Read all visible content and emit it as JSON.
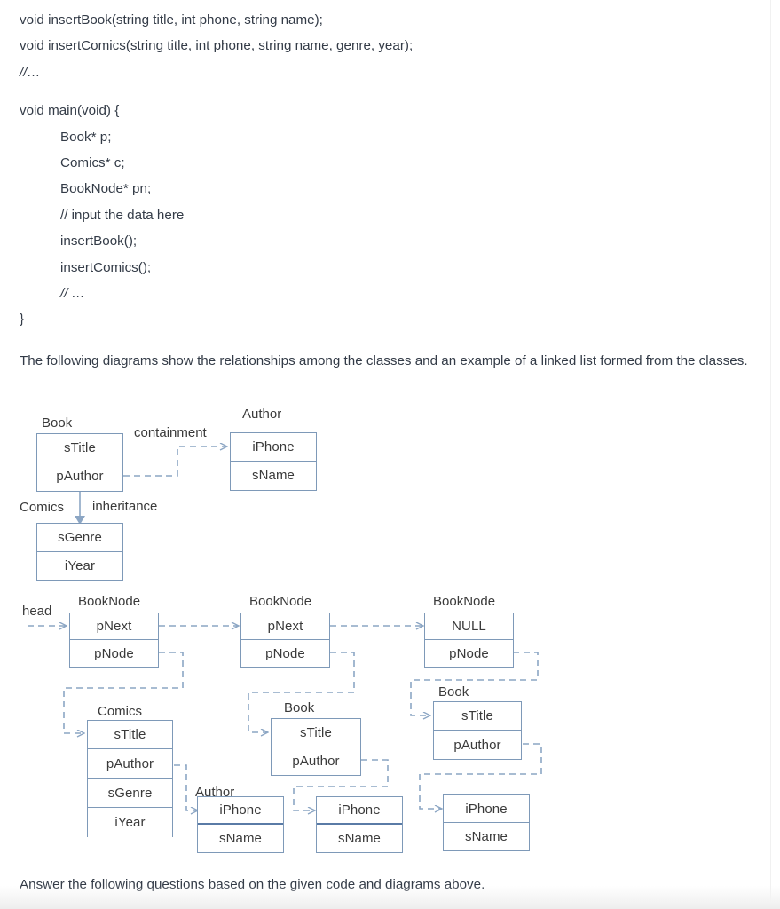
{
  "document": {
    "code_lines": [
      {
        "text": "void insertBook(string title, int phone, string name);",
        "indent": false,
        "italic": false
      },
      {
        "text": "void insertComics(string title, int phone, string name, genre, year);",
        "indent": false,
        "italic": false
      },
      {
        "text": "//…",
        "indent": false,
        "italic": true
      },
      {
        "text": "",
        "indent": false,
        "italic": false
      },
      {
        "text": "void main(void) {",
        "indent": false,
        "italic": false
      },
      {
        "text": "Book* p;",
        "indent": true,
        "italic": false
      },
      {
        "text": "Comics* c;",
        "indent": true,
        "italic": false
      },
      {
        "text": "BookNode* pn;",
        "indent": true,
        "italic": false
      },
      {
        "text": "// input the data here",
        "indent": true,
        "italic": false
      },
      {
        "text": "insertBook();",
        "indent": true,
        "italic": false
      },
      {
        "text": "insertComics();",
        "indent": true,
        "italic": false
      },
      {
        "text": "// …",
        "indent": true,
        "italic": true
      },
      {
        "text": "}",
        "indent": false,
        "italic": false
      }
    ],
    "intro_paragraph": "The following diagrams show the relationships among the classes and an example of a linked list formed from the classes.",
    "outro_paragraph": "Answer the following questions based on the given code and diagrams above."
  },
  "class_diagram": {
    "edge_labels": {
      "containment": "containment",
      "inheritance": "inheritance"
    },
    "boxes": {
      "book": {
        "title": "Book",
        "rows": [
          "sTitle",
          "pAuthor"
        ]
      },
      "author": {
        "title": "Author",
        "rows": [
          "iPhone",
          "sName"
        ]
      },
      "comics": {
        "title": "Comics",
        "rows": [
          "sGenre",
          "iYear"
        ]
      }
    }
  },
  "linked_list": {
    "head_label": "head",
    "nodes": [
      {
        "title": "BookNode",
        "rows": [
          "pNext",
          "pNode"
        ]
      },
      {
        "title": "BookNode",
        "rows": [
          "pNext",
          "pNode"
        ]
      },
      {
        "title": "BookNode",
        "rows": [
          "NULL",
          "pNode"
        ]
      }
    ],
    "data_objects": [
      {
        "title": "Comics",
        "rows": [
          "sTitle",
          "pAuthor",
          "sGenre",
          "iYear"
        ]
      },
      {
        "title": "Book",
        "rows": [
          "sTitle",
          "pAuthor"
        ]
      },
      {
        "title": "Book",
        "rows": [
          "sTitle",
          "pAuthor"
        ]
      }
    ],
    "author_objects": [
      {
        "title": "Author",
        "rows": [
          "iPhone",
          "sName"
        ]
      },
      {
        "title": "",
        "rows": [
          "iPhone",
          "sName"
        ]
      },
      {
        "title": "",
        "rows": [
          "iPhone",
          "sName"
        ]
      }
    ]
  },
  "colors": {
    "box_border": "#7e99b8",
    "connector": "#8ca6c4",
    "text": "#333b47",
    "box_text": "#3a3a3a",
    "page_bg": "#ffffff"
  }
}
